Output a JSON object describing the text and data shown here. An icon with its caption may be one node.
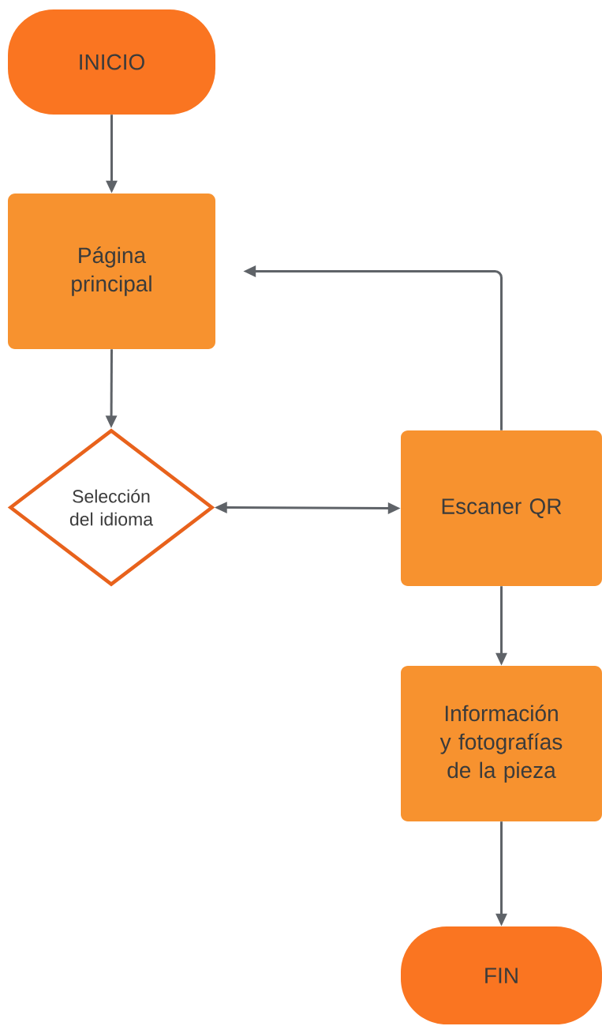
{
  "diagram": {
    "nodes": [
      {
        "text": [
          "INICIO"
        ]
      },
      {
        "text": [
          "Página principal"
        ]
      },
      {
        "text": [
          "Selección del idioma"
        ]
      },
      {
        "text": [
          "Escaner QR"
        ]
      },
      {
        "text": [
          "Información y fotografías de la pieza"
        ]
      },
      {
        "text": [
          "FIN"
        ]
      }
    ],
    "edges": [
      {
        "from": 0,
        "to": 1,
        "arrow": "to"
      },
      {
        "from": 1,
        "to": 2,
        "arrow": "to"
      },
      {
        "from": 2,
        "to": 3,
        "arrow": "both"
      },
      {
        "from": 3,
        "to": 1,
        "arrow": "to"
      },
      {
        "from": 3,
        "to": 4,
        "arrow": "to"
      },
      {
        "from": 4,
        "to": 5,
        "arrow": "to"
      }
    ]
  }
}
